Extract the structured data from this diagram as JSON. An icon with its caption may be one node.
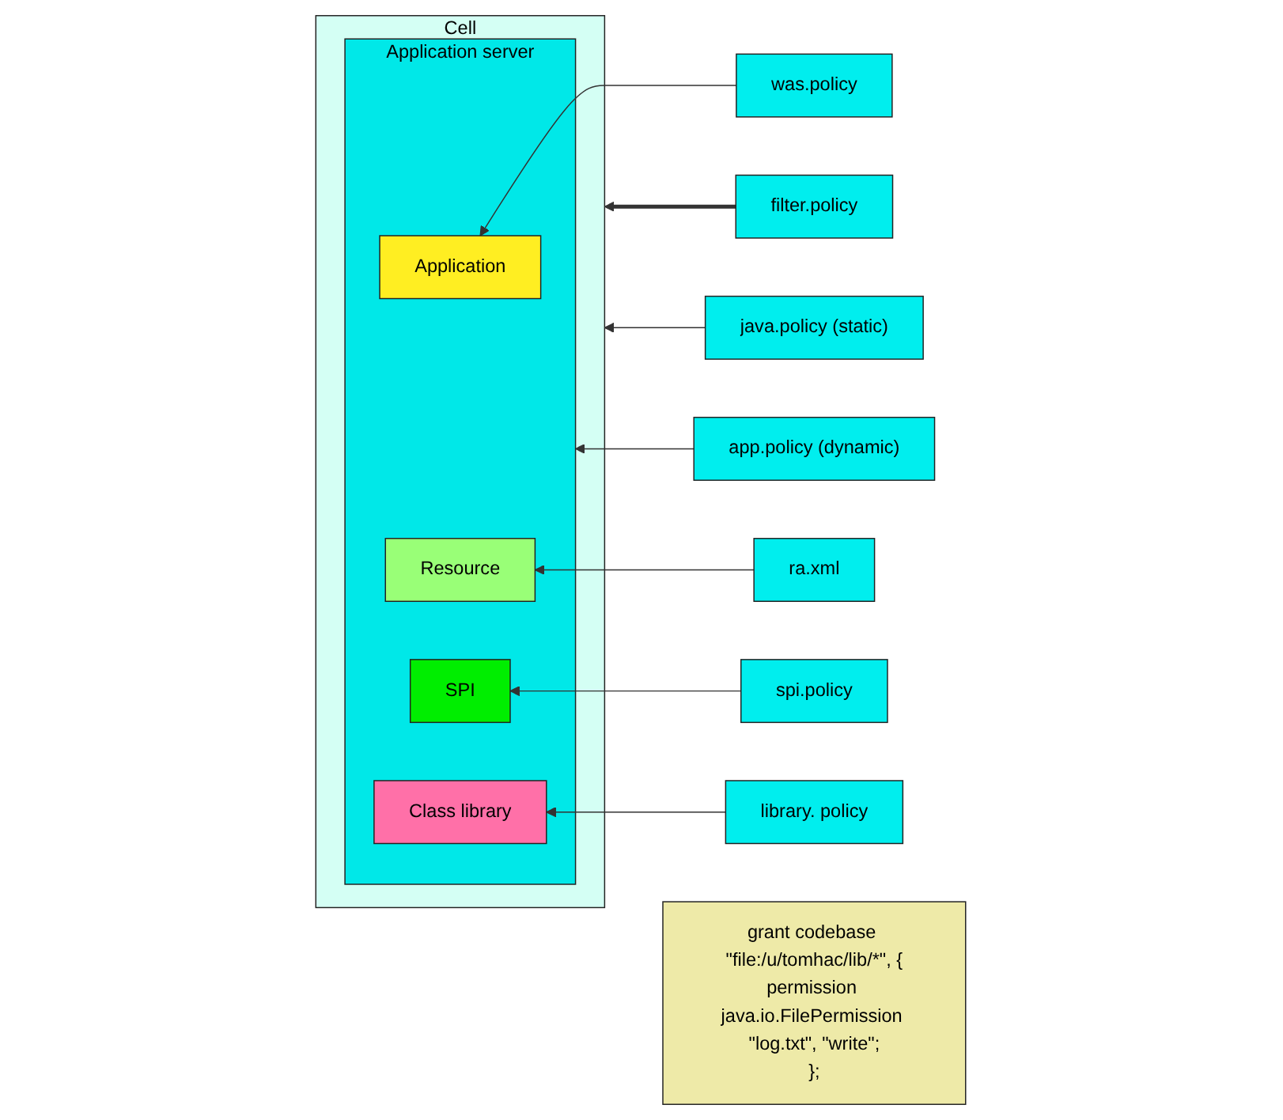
{
  "diagram": {
    "nodes": [
      {
        "text": [
          "filter.policy"
        ]
      },
      {
        "text": [
          "Cell"
        ]
      },
      {
        "text": [
          "Application server"
        ],
        "in": 1
      },
      {
        "text": [
          "Application"
        ],
        "in": 2
      },
      {
        "text": [
          "Resource"
        ],
        "in": 2
      },
      {
        "text": [
          "SPI"
        ],
        "in": 2
      },
      {
        "text": [
          "Class library"
        ],
        "in": 2
      },
      {
        "text": [
          "java.policy (static)"
        ]
      },
      {
        "text": [
          "app.policy (dynamic)"
        ]
      },
      {
        "text": [
          "was.policy"
        ]
      },
      {
        "text": [
          "ra.xml"
        ]
      },
      {
        "text": [
          "spi.policy"
        ]
      },
      {
        "text": [
          "library. policy"
        ]
      },
      {
        "text": [
          "grant codebase \"file:/u/tomhac/lib/*\", {",
          "permission java.io.FilePermission \"log.txt\", \"write\";",
          "};"
        ]
      }
    ],
    "edges": [
      {
        "from": 0,
        "to": 1,
        "arrow": "to",
        "style": "thick"
      },
      {
        "from": 7,
        "to": 1,
        "arrow": "to"
      },
      {
        "from": 8,
        "to": 2,
        "arrow": "to"
      },
      {
        "from": 9,
        "to": 3,
        "arrow": "to"
      },
      {
        "from": 10,
        "to": 4,
        "arrow": "to"
      },
      {
        "from": 11,
        "to": 5,
        "arrow": "to"
      },
      {
        "from": 12,
        "to": 6,
        "arrow": "to"
      }
    ]
  }
}
